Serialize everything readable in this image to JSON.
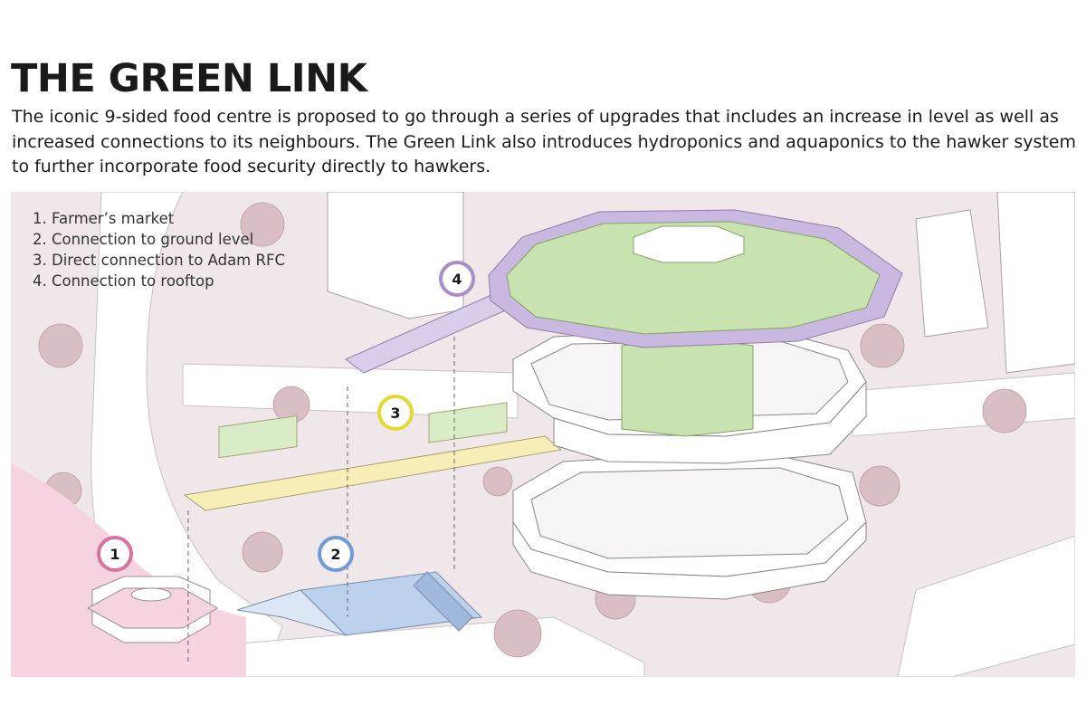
{
  "title": "THE GREEN LINK",
  "description": "The iconic 9-sided food centre is proposed to go through a series of upgrades that includes an increase in level as well as  increased connections to its neighbours. The Green Link also introduces hydroponics and aquaponics to the hawker system to further incorporate food security directly to hawkers.",
  "legend": [
    {
      "num": "1",
      "label": "1. Farmer’s market"
    },
    {
      "num": "2",
      "label": "2. Connection to ground level"
    },
    {
      "num": "3",
      "label": "3. Direct connection to Adam RFC"
    },
    {
      "num": "4",
      "label": "4. Connection to rooftop"
    }
  ],
  "markers": [
    {
      "num": "1",
      "color": "#d873a0"
    },
    {
      "num": "2",
      "color": "#6f9bd6"
    },
    {
      "num": "3",
      "color": "#e2d836"
    },
    {
      "num": "4",
      "color": "#a78fca"
    }
  ],
  "colors": {
    "ground": "#f0e7ea",
    "road": "#ffffff",
    "tree": "#d9bec3",
    "roof_deck": "#c9b8e0",
    "roof_green": "#c9e3b0",
    "link_bridge": "#f7edb6",
    "ground_stair": "#bcd1ec",
    "farmers_market": "#f6d3e1"
  }
}
